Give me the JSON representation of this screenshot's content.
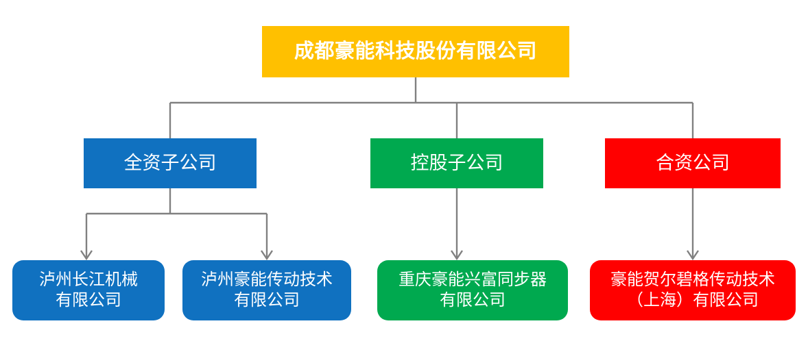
{
  "diagram": {
    "type": "org-chart",
    "title_text": "成都豪能科技股份有限公司",
    "colors": {
      "root": "#FFC000",
      "blue": "#1071C0",
      "green": "#00A94F",
      "red": "#FF0000",
      "connector": "#808080",
      "text": "#FFFFFF",
      "background": "#FFFFFF"
    },
    "root": {
      "label": "成都豪能科技股份有限公司",
      "color": "#FFC000"
    },
    "categories": [
      {
        "label": "全资子公司",
        "color": "#1071C0"
      },
      {
        "label": "控股子公司",
        "color": "#00A94F"
      },
      {
        "label": "合资公司",
        "color": "#FF0000"
      }
    ],
    "leaves": [
      {
        "label": "泸州长江机械\n有限公司",
        "color": "#1071C0",
        "parent": "全资子公司"
      },
      {
        "label": "泸州豪能传动技术\n有限公司",
        "color": "#1071C0",
        "parent": "全资子公司"
      },
      {
        "label": "重庆豪能兴富同步器\n有限公司",
        "color": "#00A94F",
        "parent": "控股子公司"
      },
      {
        "label": "豪能贺尔碧格传动技术\n（上海）有限公司",
        "color": "#FF0000",
        "parent": "合资公司"
      }
    ]
  }
}
